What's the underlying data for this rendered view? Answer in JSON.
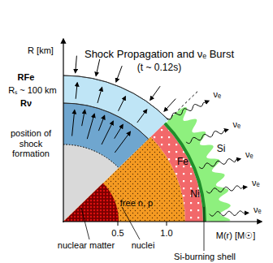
{
  "diagram": {
    "title": "Shock Propagation and νₑ Burst",
    "labels": [
      "(t ~ 0.12s)",
      "R [km]",
      "RFe",
      "Rₛ ~ 100 km",
      "Rν",
      "position of shock formation",
      "free n, p",
      "Fe",
      "Ni",
      "Si",
      "νₑ",
      "νₑ",
      "νₑ",
      "νₑ",
      "νₑ",
      "0.5",
      "1.0",
      "M(r) [M☉]",
      "nuclear matter",
      "nuclei",
      "Si-burning shell"
    ]
  }
}
